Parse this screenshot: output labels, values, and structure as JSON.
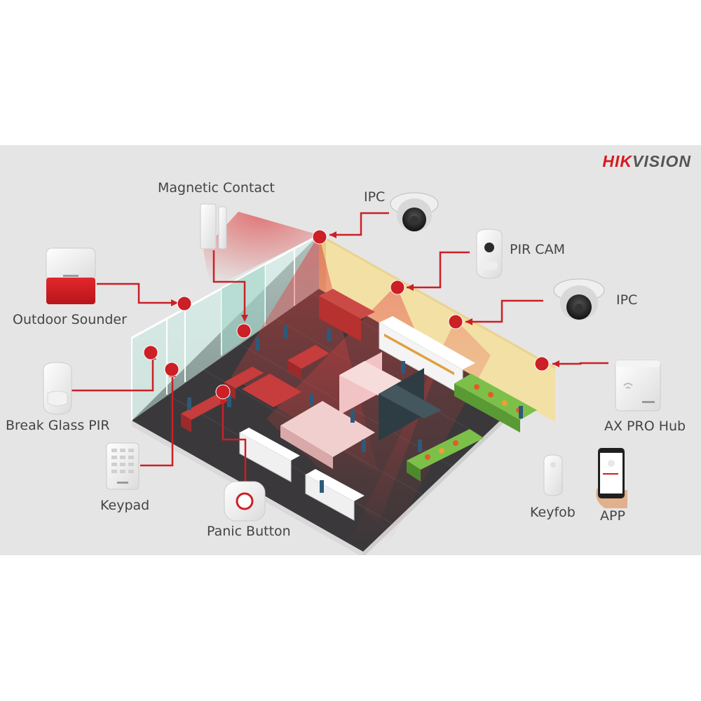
{
  "brand": {
    "hik": "HIK",
    "vision": "VISION",
    "color": "#d71920"
  },
  "colors": {
    "accent": "#cc1f26",
    "background": "#e5e5e5",
    "floor": "#3d3b3d",
    "wall": "#f3e0a4",
    "label": "#444444"
  },
  "labels": {
    "magnetic_contact": "Magnetic Contact",
    "ipc_top": "IPC",
    "pir_cam": "PIR CAM",
    "ipc_right": "IPC",
    "outdoor_sounder": "Outdoor Sounder",
    "break_glass_pir": "Break Glass PIR",
    "keypad": "Keypad",
    "panic_button": "Panic Button",
    "keyfob": "Keyfob",
    "app": "APP",
    "ax_pro_hub": "AX PRO Hub"
  },
  "devices": [
    {
      "id": "magnetic-contact",
      "icon": "magnetic-contact-icon"
    },
    {
      "id": "ipc-dome-top",
      "icon": "dome-camera-icon"
    },
    {
      "id": "pir-cam",
      "icon": "pir-camera-icon"
    },
    {
      "id": "ipc-dome-right",
      "icon": "dome-camera-icon"
    },
    {
      "id": "outdoor-sounder",
      "icon": "siren-icon"
    },
    {
      "id": "break-glass-pir",
      "icon": "pir-sensor-icon"
    },
    {
      "id": "keypad",
      "icon": "keypad-icon"
    },
    {
      "id": "panic-button",
      "icon": "panic-button-icon"
    },
    {
      "id": "keyfob",
      "icon": "keyfob-icon"
    },
    {
      "id": "app",
      "icon": "smartphone-icon"
    },
    {
      "id": "ax-pro-hub",
      "icon": "hub-icon"
    }
  ]
}
